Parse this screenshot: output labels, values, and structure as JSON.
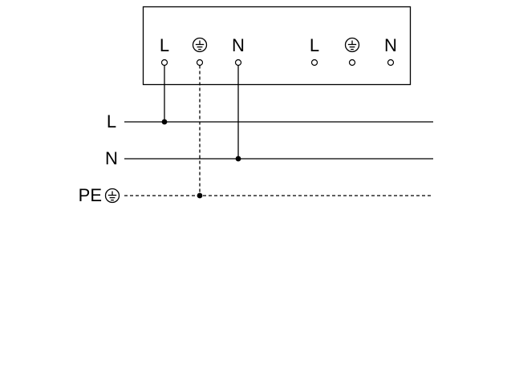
{
  "diagram": {
    "type": "electrical-wiring-diagram",
    "device": {
      "terminals": [
        {
          "kind": "text",
          "label": "L"
        },
        {
          "kind": "earth-symbol"
        },
        {
          "kind": "text",
          "label": "N"
        },
        {
          "kind": "text",
          "label": "L"
        },
        {
          "kind": "earth-symbol"
        },
        {
          "kind": "text",
          "label": "N"
        }
      ]
    },
    "buses": [
      {
        "label": "L",
        "style": "solid"
      },
      {
        "label": "N",
        "style": "solid"
      },
      {
        "label": "PE",
        "style": "dashed",
        "icon": "earth-symbol"
      }
    ],
    "connections": [
      {
        "from": "device-terminal-L-left",
        "to": "bus-L",
        "style": "solid"
      },
      {
        "from": "device-terminal-earth-left",
        "to": "bus-PE",
        "style": "dashed"
      },
      {
        "from": "device-terminal-N-left",
        "to": "bus-N",
        "style": "solid"
      }
    ],
    "colors": {
      "line": "#000000",
      "background": "#ffffff"
    }
  }
}
